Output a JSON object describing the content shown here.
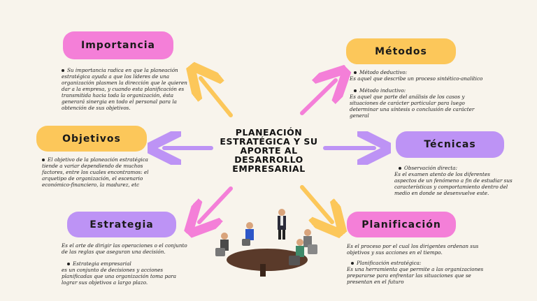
{
  "center_title": "PLANEACIÓN ESTRATÉGICA Y SU APORTE AL DESARROLLO EMPRESARIAL",
  "nodes": {
    "importancia": {
      "label": "Importancia",
      "text": "Su importancia radica en que la planeación estratégica ayuda a que los líderes de una organización plasmen la dirección que le quieren dar a la empresa, y cuando esta planificación es transmitida hacia toda la organización, ésta generará sinergia en todo el personal para la obtención de sus objetivos."
    },
    "objetivos": {
      "label": "Objetivos",
      "text": "El objetivo de la planeación estratégica tiende a variar dependiendo de muchos factores, entre los cuales encontramos: el arquetipo de organización, el escenario económico-financiero, la madurez, etc"
    },
    "estrategia": {
      "label": "Estrategia",
      "text1": "Es el arte de dirigir las operaciones o el conjunto de las reglas que aseguran una decisión.",
      "bullet": "Estrategia empresarial",
      "text2": "es un conjunto de decisiones y acciones planificadas que una organización toma para lograr sus objetivos a largo plazo."
    },
    "metodos": {
      "label": "Métodos",
      "bullet1": "Método deductivo:",
      "text1": "Es aquel que describe un proceso    sintético-analítico",
      "bullet2": "Método inductivo:",
      "text2": "Es aquel que parte del análisis de los casos y situaciones de carácter particular para luego determinar una síntesis o conclusión de carácter general"
    },
    "tecnicas": {
      "label": "Técnicas",
      "bullet": "Observación directa:",
      "text": "Es el examen atento de los diferentes aspectos de un fenómeno a fin de estudiar sus características y comportamiento dentro del medio en donde se desenvuelve este."
    },
    "planificacion": {
      "label": "Planificación",
      "text1": "Es el proceso por el cual los dirigentes ordenan sus objetivos y sus acciones en el tiempo.",
      "bullet": "Planificación estratégica:",
      "text2": "Es una herramienta que permite a las organizaciones prepararse para enfrentar las situaciones que se presentan en el futuro"
    }
  },
  "colors": {
    "background": "#f8f4ec",
    "pink": "#f47fd8",
    "yellow": "#fcc75a",
    "purple": "#bd93f5"
  }
}
